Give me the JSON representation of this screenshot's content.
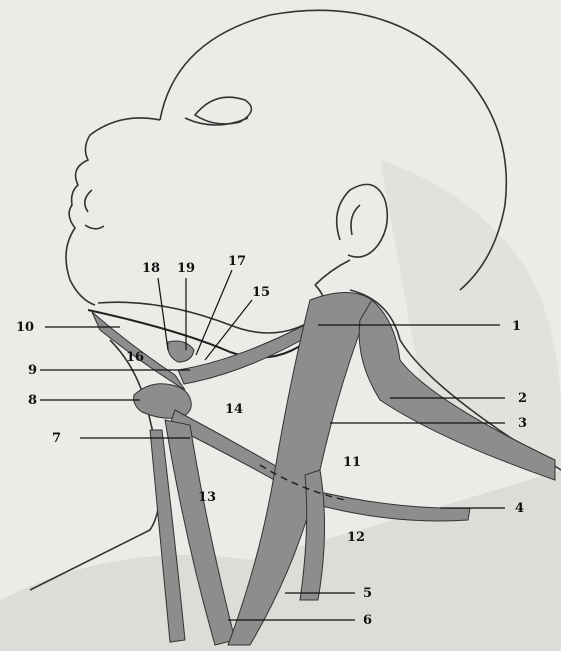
{
  "labels": {
    "n1": "1",
    "n2": "2",
    "n3": "3",
    "n4": "4",
    "n5": "5",
    "n6": "6",
    "n7": "7",
    "n8": "8",
    "n9": "9",
    "n10": "10",
    "n11": "11",
    "n12": "12",
    "n13": "13",
    "n14": "14",
    "n15": "15",
    "n16": "16",
    "n17": "17",
    "n18": "18",
    "n19": "19"
  },
  "colors": {
    "background": "#ecebe7",
    "muscle": "#8d8d8d",
    "ink": "#111111"
  }
}
